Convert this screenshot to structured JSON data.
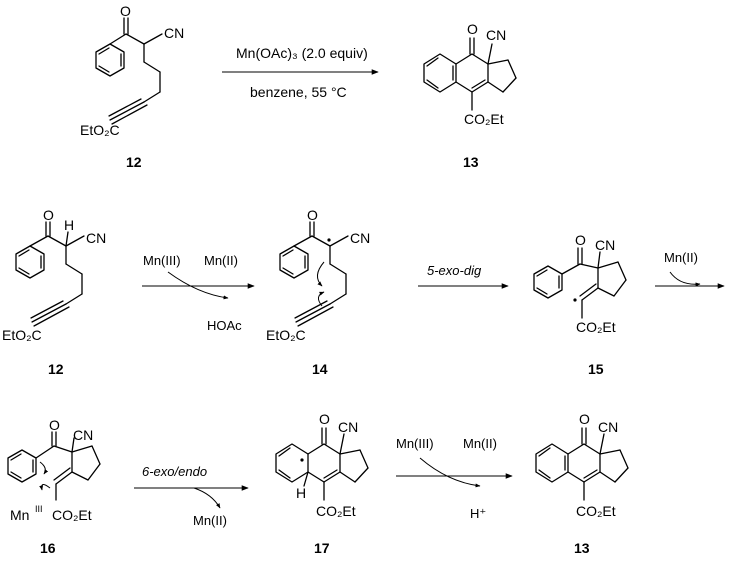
{
  "compounds": {
    "c12_top": "12",
    "c13_top": "13",
    "c12_mid": "12",
    "c14": "14",
    "c15": "15",
    "c16": "16",
    "c17": "17",
    "c13_bottom": "13"
  },
  "labels": {
    "O": "O",
    "CN": "CN",
    "H": "H",
    "EtO2C": "EtO₂C",
    "CO2Et": "CO₂Et",
    "MnIII_sup": "III",
    "Mn": "Mn"
  },
  "conditions": {
    "top_reagent": "Mn(OAc)₃ (2.0 equiv)",
    "top_solvent": "benzene, 55 °C",
    "step1_in": "Mn(III)",
    "step1_out": "Mn(II)",
    "step1_byproduct": "HOAc",
    "step2": "5-exo-dig",
    "step3_in": "Mn(II)",
    "step4": "6-exo/endo",
    "step4_out": "Mn(II)",
    "step5_in": "Mn(III)",
    "step5_out": "Mn(II)",
    "step5_byproduct": "H⁺"
  }
}
